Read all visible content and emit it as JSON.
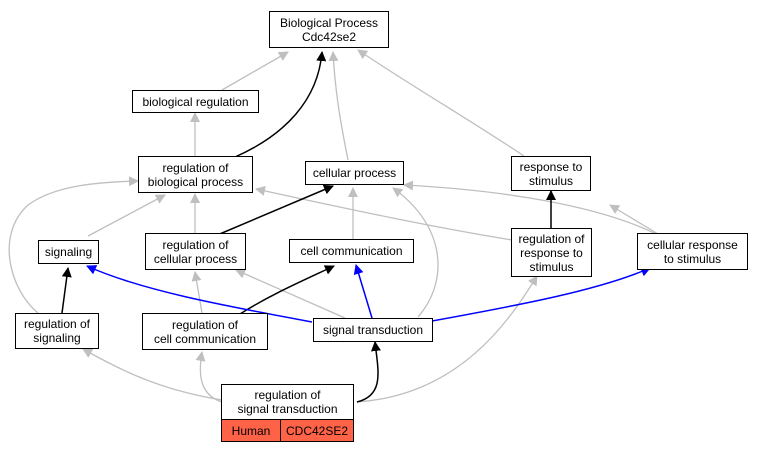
{
  "colors": {
    "is_a": "#bfbfbf",
    "part_of": "#000000",
    "regulates": "#0000ff",
    "highlight": "#ff6347"
  },
  "nodes": {
    "bp_root": "Biological Process\nCdc42se2",
    "bio_reg": "biological regulation",
    "reg_bio_proc": "regulation of\nbiological process",
    "cell_proc": "cellular process",
    "resp_stim": "response to\nstimulus",
    "signaling": "signaling",
    "reg_cell_proc": "regulation of\ncellular process",
    "cell_comm": "cell communication",
    "reg_resp_stim": "regulation of\nresponse to\nstimulus",
    "cell_resp_stim": "cellular response\nto stimulus",
    "reg_signaling": "regulation of\nsignaling",
    "reg_cell_comm": "regulation of\ncell communication",
    "sig_trans": "signal transduction",
    "reg_sig_trans": "regulation of\nsignal transduction"
  },
  "annotation": {
    "species": "Human",
    "gene": "CDC42SE2"
  }
}
